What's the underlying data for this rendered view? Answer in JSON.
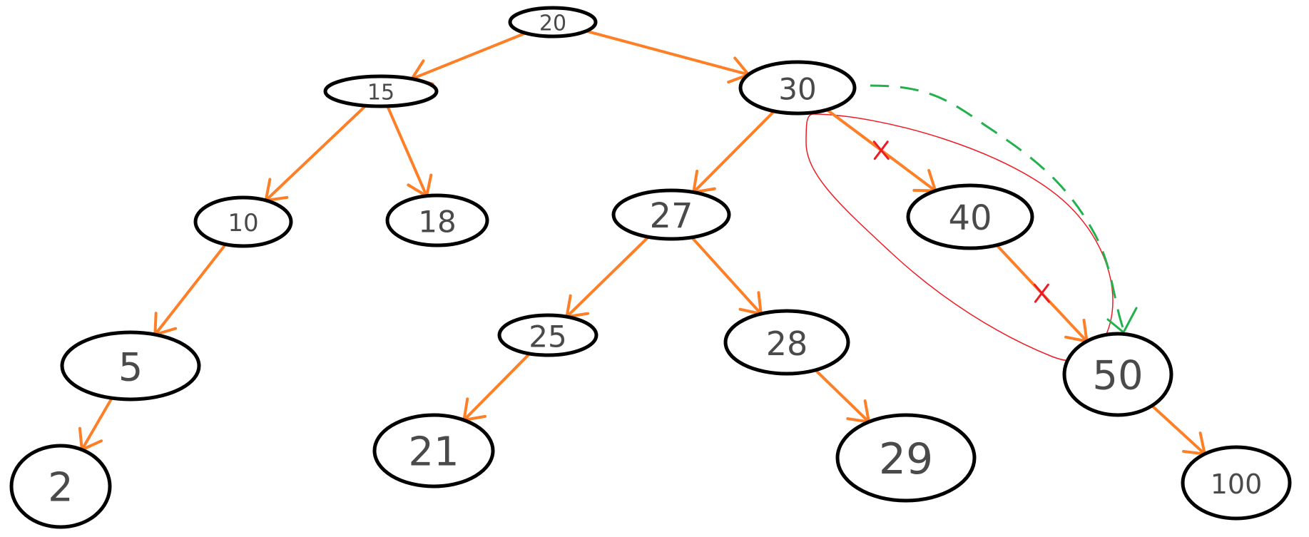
{
  "diagram": {
    "colors": {
      "edge": "#ff7f27",
      "node_stroke": "#000000",
      "label": "#4a4a4a",
      "removed_mark": "#ed1c24",
      "redirect": "#22b14c"
    },
    "nodes": [
      {
        "id": "n20",
        "label": "20"
      },
      {
        "id": "n15",
        "label": "15"
      },
      {
        "id": "n30",
        "label": "30"
      },
      {
        "id": "n10",
        "label": "10"
      },
      {
        "id": "n18",
        "label": "18"
      },
      {
        "id": "n27",
        "label": "27"
      },
      {
        "id": "n40",
        "label": "40"
      },
      {
        "id": "n5",
        "label": "5"
      },
      {
        "id": "n25",
        "label": "25"
      },
      {
        "id": "n28",
        "label": "28"
      },
      {
        "id": "n50",
        "label": "50"
      },
      {
        "id": "n2",
        "label": "2"
      },
      {
        "id": "n21",
        "label": "21"
      },
      {
        "id": "n29",
        "label": "29"
      },
      {
        "id": "n100",
        "label": "100"
      }
    ],
    "edges": [
      {
        "from": "n20",
        "to": "n15"
      },
      {
        "from": "n20",
        "to": "n30"
      },
      {
        "from": "n15",
        "to": "n10"
      },
      {
        "from": "n15",
        "to": "n18"
      },
      {
        "from": "n30",
        "to": "n27"
      },
      {
        "from": "n30",
        "to": "n40",
        "crossed": true
      },
      {
        "from": "n10",
        "to": "n5"
      },
      {
        "from": "n27",
        "to": "n25"
      },
      {
        "from": "n27",
        "to": "n28"
      },
      {
        "from": "n40",
        "to": "n50",
        "crossed": true
      },
      {
        "from": "n5",
        "to": "n2"
      },
      {
        "from": "n25",
        "to": "n21"
      },
      {
        "from": "n28",
        "to": "n29"
      },
      {
        "from": "n50",
        "to": "n100"
      }
    ],
    "redirect": {
      "from": "n30",
      "to": "n50"
    },
    "removed_group": [
      "n40"
    ]
  }
}
